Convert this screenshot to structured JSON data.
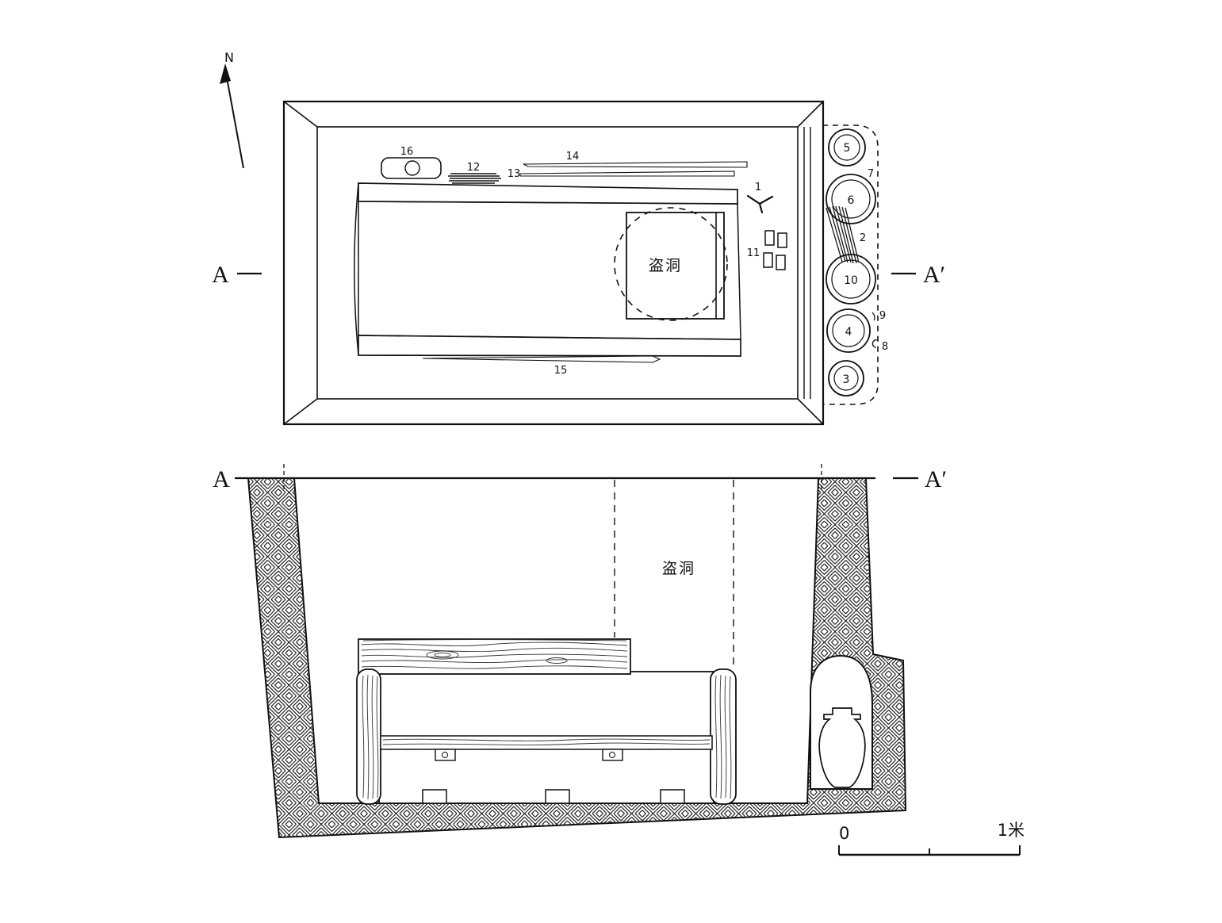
{
  "figure": {
    "type": "archaeological-tomb-plan-and-section",
    "ink_color": "#111111",
    "background_color": "#ffffff"
  },
  "compass": {
    "north_label": "N"
  },
  "plan": {
    "section_line": {
      "left": "A",
      "right": "A′"
    },
    "robber_hole_label": "盗洞",
    "artifact_labels": {
      "1": "1",
      "2": "2",
      "7": "7",
      "8": "8",
      "9": "9",
      "11": "11",
      "12": "12",
      "13": "13",
      "14": "14",
      "15": "15",
      "16": "16"
    },
    "niche_vessels": [
      {
        "label": "5"
      },
      {
        "label": "6"
      },
      {
        "label": "10"
      },
      {
        "label": "4"
      },
      {
        "label": "3"
      }
    ]
  },
  "section": {
    "section_line": {
      "left": "A",
      "right": "A′"
    },
    "robber_hole_label": "盗洞"
  },
  "scale_bar": {
    "zero_label": "0",
    "max_label": "1米"
  }
}
